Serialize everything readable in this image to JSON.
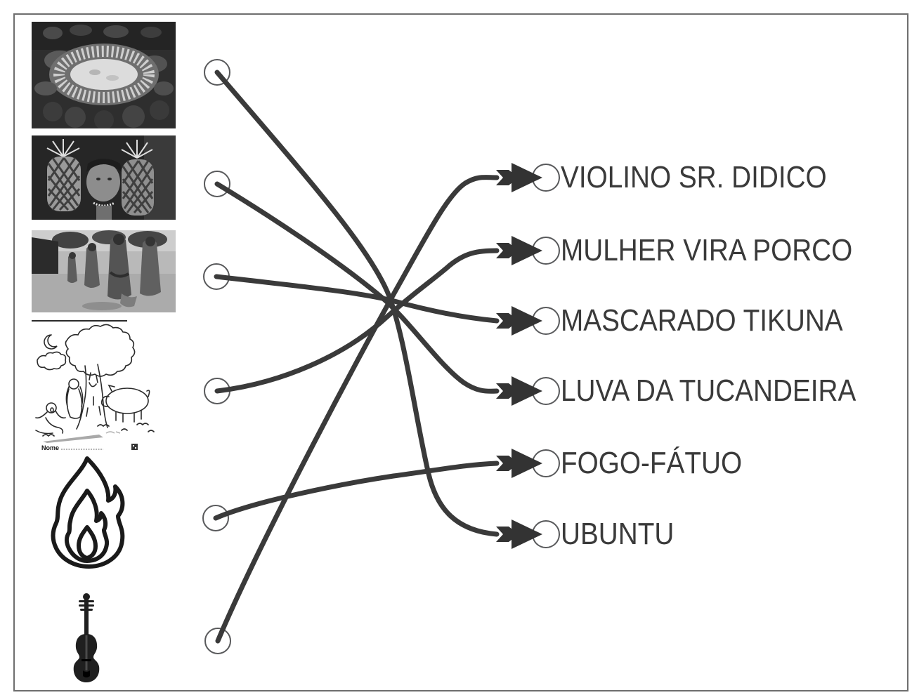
{
  "worksheet": {
    "type": "matching-exercise",
    "border_color": "#6e6e6e",
    "background": "#ffffff"
  },
  "colors": {
    "connector_line": "#3a3a3a",
    "arrow_fill": "#333333",
    "circle_stroke": "#58595b",
    "label_text": "#3a3a3a"
  },
  "left_items": [
    {
      "name": "aerial-feast-photo",
      "alt": "aerial photo of people seated in a circle around a communal feast pit"
    },
    {
      "name": "tucandeira-gloves-photo",
      "alt": "child between two woven ant gloves topped with feathers"
    },
    {
      "name": "masked-dancers-photo",
      "alt": "masked figures in straw costumes dancing outdoors"
    },
    {
      "name": "woman-pig-drawing",
      "alt": "line drawing of a startled man, a woman and a pig under a tree at night",
      "nome_label": "Nome"
    },
    {
      "name": "flame-icon",
      "alt": "flame outline icon"
    },
    {
      "name": "violin-icon",
      "alt": "violin silhouette"
    }
  ],
  "right_items": [
    {
      "label": "VIOLINO SR. DIDICO"
    },
    {
      "label": "MULHER VIRA PORCO"
    },
    {
      "label": "MASCARADO TIKUNA"
    },
    {
      "label": "LUVA DA TUCANDEIRA"
    },
    {
      "label": "FOGO-FÁTUO"
    },
    {
      "label": "UBUNTU"
    }
  ],
  "connections": [
    {
      "from": "aerial-feast-photo",
      "to": "UBUNTU"
    },
    {
      "from": "tucandeira-gloves-photo",
      "to": "LUVA DA TUCANDEIRA"
    },
    {
      "from": "masked-dancers-photo",
      "to": "MASCARADO TIKUNA"
    },
    {
      "from": "woman-pig-drawing",
      "to": "MULHER VIRA PORCO"
    },
    {
      "from": "flame-icon",
      "to": "FOGO-FÁTUO"
    },
    {
      "from": "violin-icon",
      "to": "VIOLINO SR. DIDICO"
    }
  ]
}
